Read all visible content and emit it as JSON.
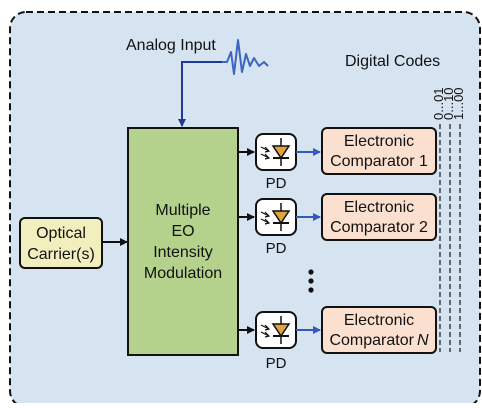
{
  "labels": {
    "analog_input": "Analog Input",
    "digital_codes": "Digital Codes",
    "optical_carrier_line1": "Optical",
    "optical_carrier_line2": "Carrier(s)",
    "modulator_line1": "Multiple",
    "modulator_line2": "EO",
    "modulator_line3": "Intensity",
    "modulator_line4": "Modulation",
    "pd_1": "PD",
    "pd_2": "PD",
    "pd_3": "PD",
    "comparator_1_line1": "Electronic",
    "comparator_1_line2": "Comparator 1",
    "comparator_2_line1": "Electronic",
    "comparator_2_line2": "Comparator 2",
    "comparator_n_line1": "Electronic",
    "comparator_n_line2_prefix": "Comparator",
    "comparator_n_line2_index": "N",
    "code_1": "0...01",
    "code_2": "0...10",
    "code_3": "1...00"
  },
  "colors": {
    "panel_fill": "#d6e3f1",
    "panel_border": "#111111",
    "modulator_fill": "#b5d28d",
    "carrier_fill": "#f2efbf",
    "comparator_fill": "#fbe0cf",
    "pd_fill": "#ffffff",
    "diode": "#e3a23a",
    "optical_path": "#1f3a93",
    "analog_signal": "#3b66c4",
    "electrical_arrow": "#3858b8",
    "black_arrow": "#111111",
    "dashed_line": "#333333"
  }
}
